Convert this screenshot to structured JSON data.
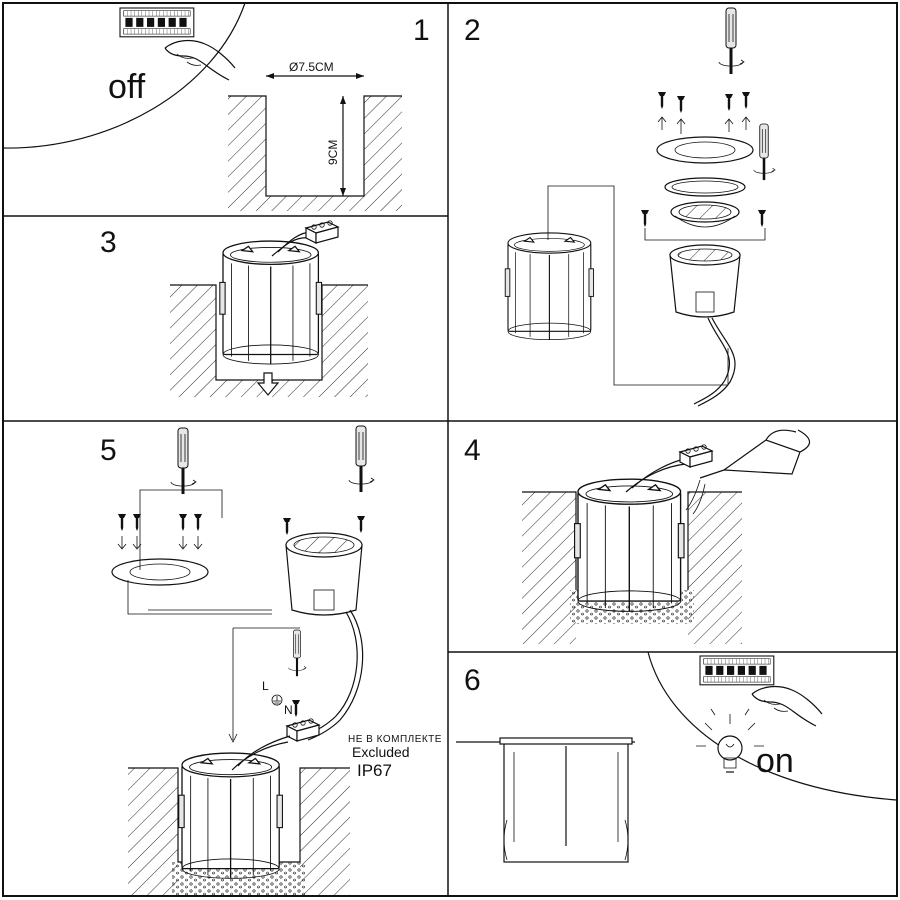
{
  "steps": {
    "s1": "1",
    "s2": "2",
    "s3": "3",
    "s4": "4",
    "s5": "5",
    "s6": "6"
  },
  "panel1": {
    "power_state": "off",
    "diameter": "Ø7.5CM",
    "depth": "9CM"
  },
  "panel5": {
    "terminal_l": "L",
    "terminal_n": "N",
    "note_ru": "НЕ В КОМПЛЕКТЕ",
    "note_en": "Excluded",
    "rating": "IP67"
  },
  "panel6": {
    "power_state": "on"
  }
}
